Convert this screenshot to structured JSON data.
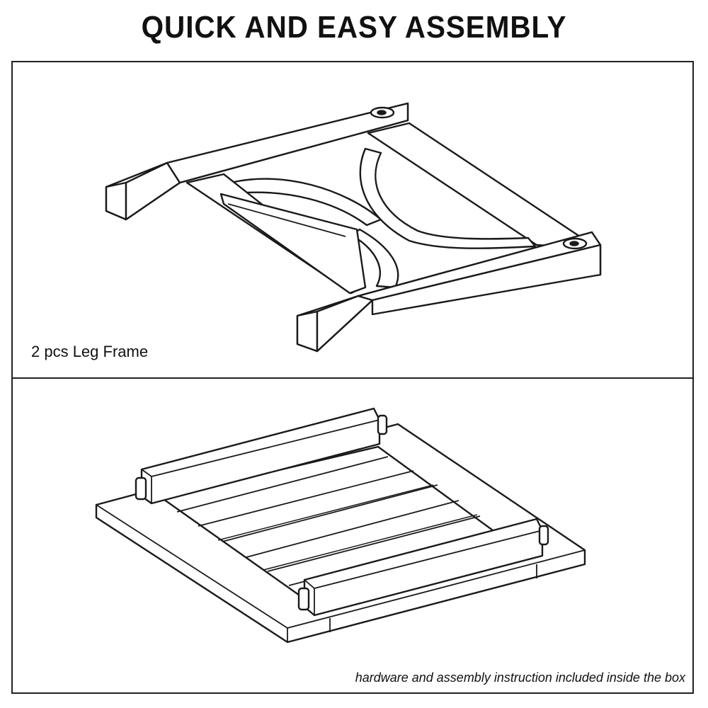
{
  "header": {
    "title": "QUICK AND EASY ASSEMBLY"
  },
  "panels": {
    "top": {
      "label": "2 pcs Leg Frame"
    },
    "bottom": {
      "caption": "hardware and assembly instruction included inside the box"
    }
  }
}
